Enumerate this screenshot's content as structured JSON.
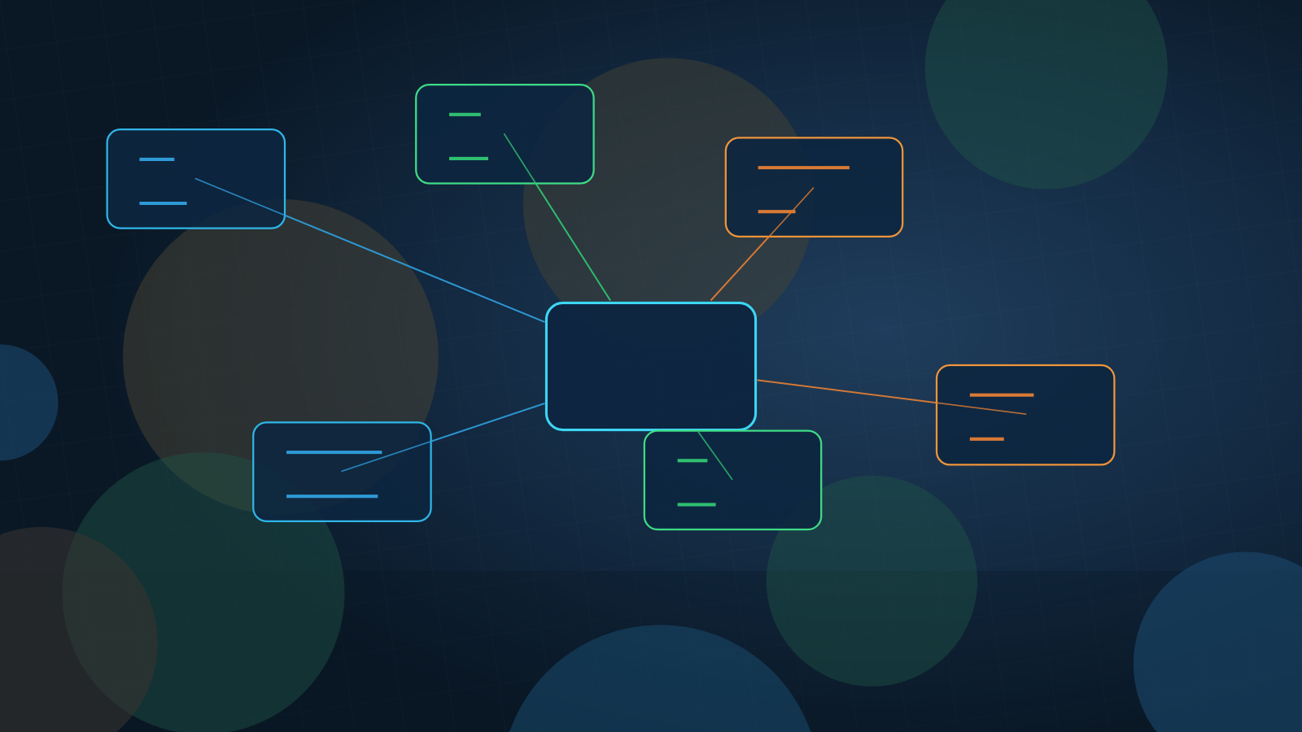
{
  "diagram": {
    "type": "mind-map",
    "colors": {
      "background": "#0c1b2b",
      "node_fill": "#0d2540",
      "center": "#3dd6f5",
      "blue": "#2fb6e8",
      "blue_bar": "#2e9ad6",
      "green": "#3fdc86",
      "green_bar": "#2fbf70",
      "orange": "#f0953a",
      "orange_bar": "#d97a35"
    },
    "center_node": {
      "color": "center"
    },
    "nodes": [
      {
        "id": "node-top-left",
        "color": "blue"
      },
      {
        "id": "node-top",
        "color": "green"
      },
      {
        "id": "node-top-right",
        "color": "orange"
      },
      {
        "id": "node-right",
        "color": "orange"
      },
      {
        "id": "node-bottom",
        "color": "green"
      },
      {
        "id": "node-bottom-left",
        "color": "blue"
      }
    ]
  }
}
